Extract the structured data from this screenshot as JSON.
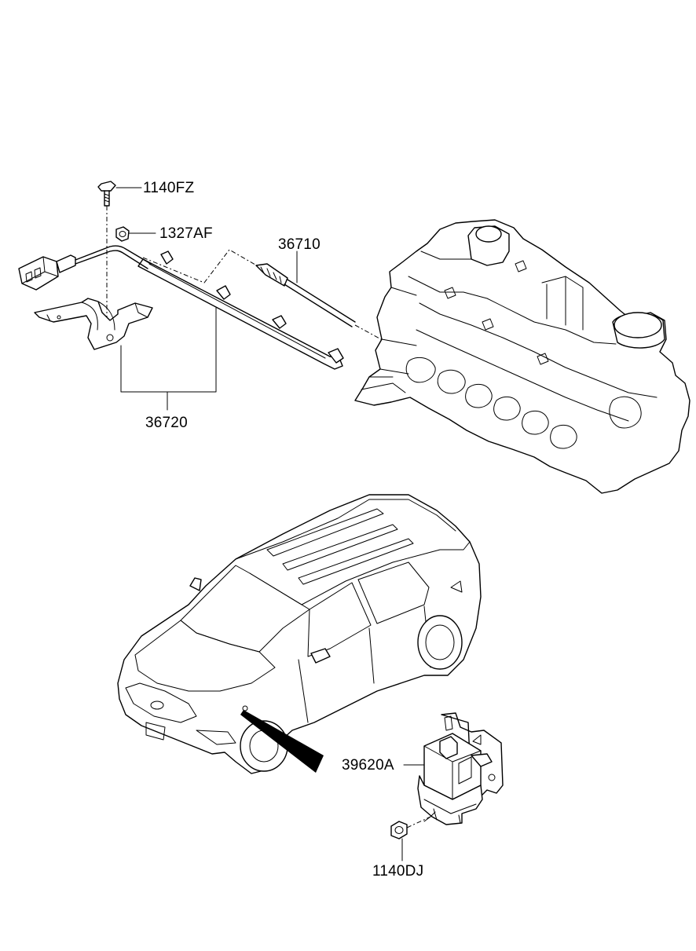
{
  "labels": {
    "bolt_1140fz": "1140FZ",
    "nut_1327af": "1327AF",
    "glow_plug_36710": "36710",
    "harness_36720": "36720",
    "controller_39620a": "39620A",
    "nut_1140dj": "1140DJ"
  }
}
